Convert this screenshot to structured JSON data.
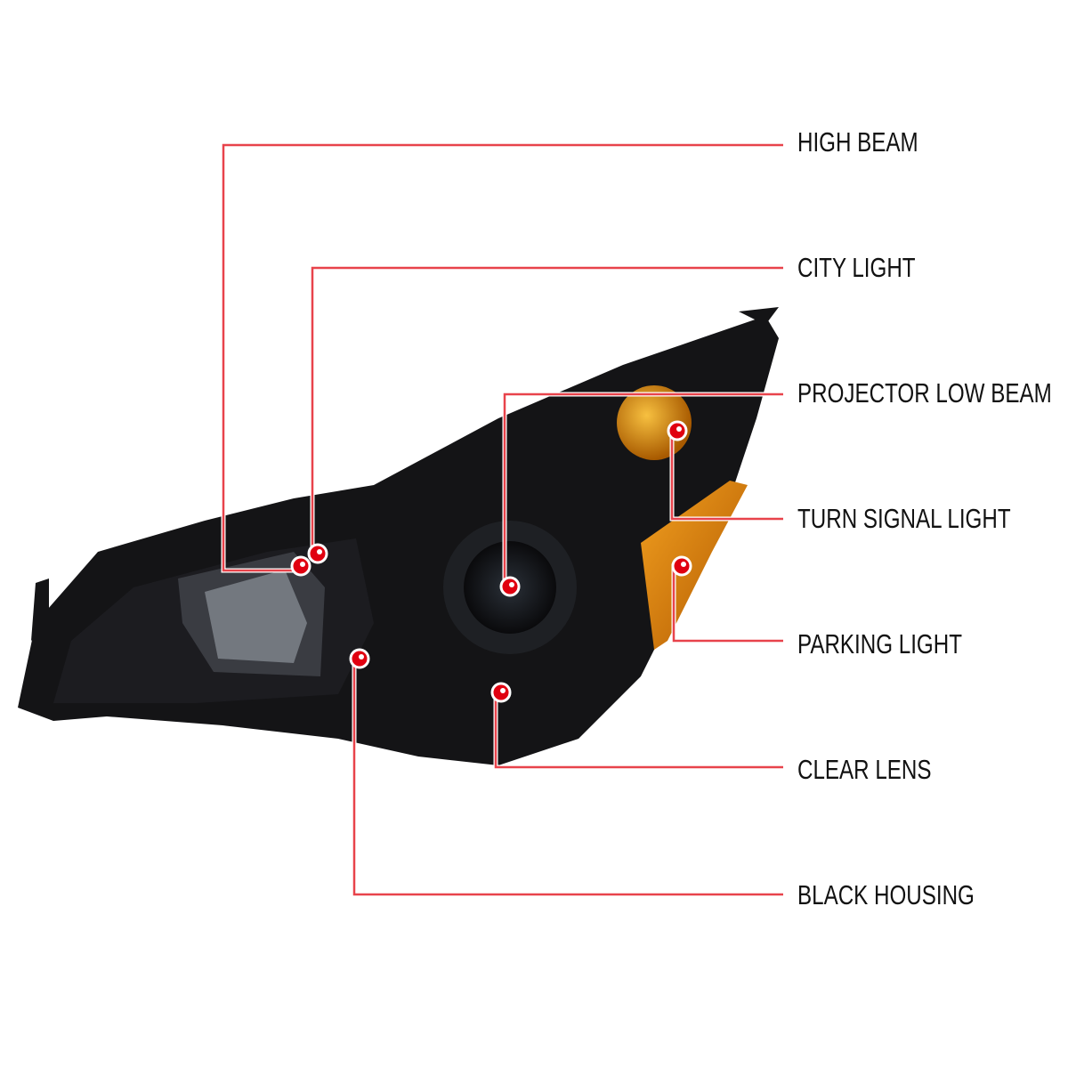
{
  "colors": {
    "leader": "#e8434b",
    "dot": "#e00010",
    "housing": "#141416",
    "amber": "#d98a10"
  },
  "callouts": [
    {
      "id": "high-beam",
      "label": "HIGH BEAM"
    },
    {
      "id": "city-light",
      "label": "CITY LIGHT"
    },
    {
      "id": "projector-low-beam",
      "label": "PROJECTOR LOW BEAM"
    },
    {
      "id": "turn-signal-light",
      "label": "TURN SIGNAL LIGHT"
    },
    {
      "id": "parking-light",
      "label": "PARKING LIGHT"
    },
    {
      "id": "clear-lens",
      "label": "CLEAR LENS"
    },
    {
      "id": "black-housing",
      "label": "BLACK HOUSING"
    }
  ]
}
